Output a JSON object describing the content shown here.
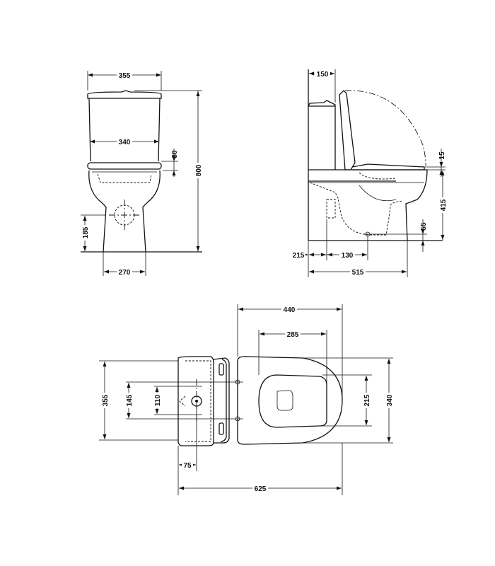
{
  "views": {
    "front": {
      "dim_width_cistern": "355",
      "dim_width_seat": "340",
      "dim_seat_gap": "30",
      "dim_total_height": "800",
      "dim_outlet_height": "185",
      "dim_base_width": "270"
    },
    "side": {
      "dim_cistern_depth": "150",
      "dim_seat_thickness": "15",
      "dim_seat_height": "415",
      "dim_outlet_center": "55",
      "dim_wall_offset": "215",
      "dim_fixing_spacing": "130",
      "dim_total_depth": "515"
    },
    "plan": {
      "dim_bowl_length": "440",
      "dim_seat_opening": "285",
      "dim_overall_width": "355",
      "dim_fixing_outer": "145",
      "dim_fixing_inner": "110",
      "dim_bowl_inner_width": "215",
      "dim_bowl_width": "340",
      "dim_cistern_offset": "75",
      "dim_overall_length": "625"
    }
  }
}
